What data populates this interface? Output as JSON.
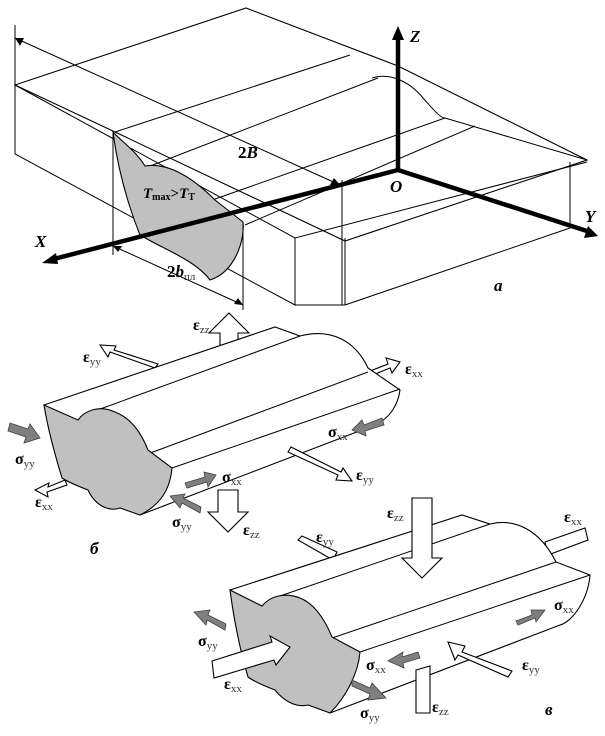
{
  "figure": {
    "panel_a": {
      "label": "а",
      "axes": {
        "x": "X",
        "y": "Y",
        "z": "Z",
        "origin": "O"
      },
      "dim_plate_width": {
        "main": "2",
        "var": "B"
      },
      "dim_weld_width": {
        "main": "2",
        "var": "b",
        "sub": "пл"
      },
      "zone_label": {
        "t1": "T",
        "t1_sub": "max",
        "op": ">",
        "t2": "T",
        "t2_sub": "T"
      },
      "colors": {
        "heated_zone": "#c0c0c0"
      }
    },
    "panel_b": {
      "label": "б",
      "arrows": [
        {
          "id": "eps-zz-up",
          "sym": "ε",
          "sub": "zz",
          "kind": "strain",
          "direction": "up"
        },
        {
          "id": "eps-yy-left",
          "sym": "ε",
          "sub": "yy",
          "kind": "strain",
          "direction": "outward"
        },
        {
          "id": "eps-xx-right",
          "sym": "ε",
          "sub": "xx",
          "kind": "strain",
          "direction": "outward"
        },
        {
          "id": "sig-xx-right",
          "sym": "σ",
          "sub": "xx",
          "kind": "stress",
          "direction": "inward"
        },
        {
          "id": "sig-yy-left",
          "sym": "σ",
          "sub": "yy",
          "kind": "stress",
          "direction": "inward"
        },
        {
          "id": "eps-xx-left",
          "sym": "ε",
          "sub": "xx",
          "kind": "strain",
          "direction": "outward"
        },
        {
          "id": "sig-xx-front",
          "sym": "σ",
          "sub": "xx",
          "kind": "stress",
          "direction": "inward"
        },
        {
          "id": "sig-yy-front",
          "sym": "σ",
          "sub": "yy",
          "kind": "stress",
          "direction": "inward"
        },
        {
          "id": "eps-zz-down",
          "sym": "ε",
          "sub": "zz",
          "kind": "strain",
          "direction": "down"
        },
        {
          "id": "eps-yy-right",
          "sym": "ε",
          "sub": "yy",
          "kind": "strain",
          "direction": "outward"
        }
      ]
    },
    "panel_c": {
      "label": "в",
      "arrows": [
        {
          "id": "eps-zz-top",
          "sym": "ε",
          "sub": "zz",
          "kind": "strain",
          "direction": "inward"
        },
        {
          "id": "eps-yy-top",
          "sym": "ε",
          "sub": "yy",
          "kind": "strain",
          "direction": "inward"
        },
        {
          "id": "eps-xx-right",
          "sym": "ε",
          "sub": "xx",
          "kind": "strain",
          "direction": "inward"
        },
        {
          "id": "sig-xx-right",
          "sym": "σ",
          "sub": "xx",
          "kind": "stress",
          "direction": "outward"
        },
        {
          "id": "sig-yy-left",
          "sym": "σ",
          "sub": "yy",
          "kind": "stress",
          "direction": "outward"
        },
        {
          "id": "eps-xx-left",
          "sym": "ε",
          "sub": "xx",
          "kind": "strain",
          "direction": "inward"
        },
        {
          "id": "sig-xx-front",
          "sym": "σ",
          "sub": "xx",
          "kind": "stress",
          "direction": "outward"
        },
        {
          "id": "sig-yy-front",
          "sym": "σ",
          "sub": "yy",
          "kind": "stress",
          "direction": "outward"
        },
        {
          "id": "eps-zz-bottom",
          "sym": "ε",
          "sub": "zz",
          "kind": "strain",
          "direction": "inward"
        },
        {
          "id": "eps-yy-right",
          "sym": "ε",
          "sub": "yy",
          "kind": "strain",
          "direction": "inward"
        }
      ]
    },
    "colors": {
      "section": "#c0c0c0",
      "stress_arrow": "#7f7f7f",
      "strain_arrow": "#ffffff"
    }
  }
}
